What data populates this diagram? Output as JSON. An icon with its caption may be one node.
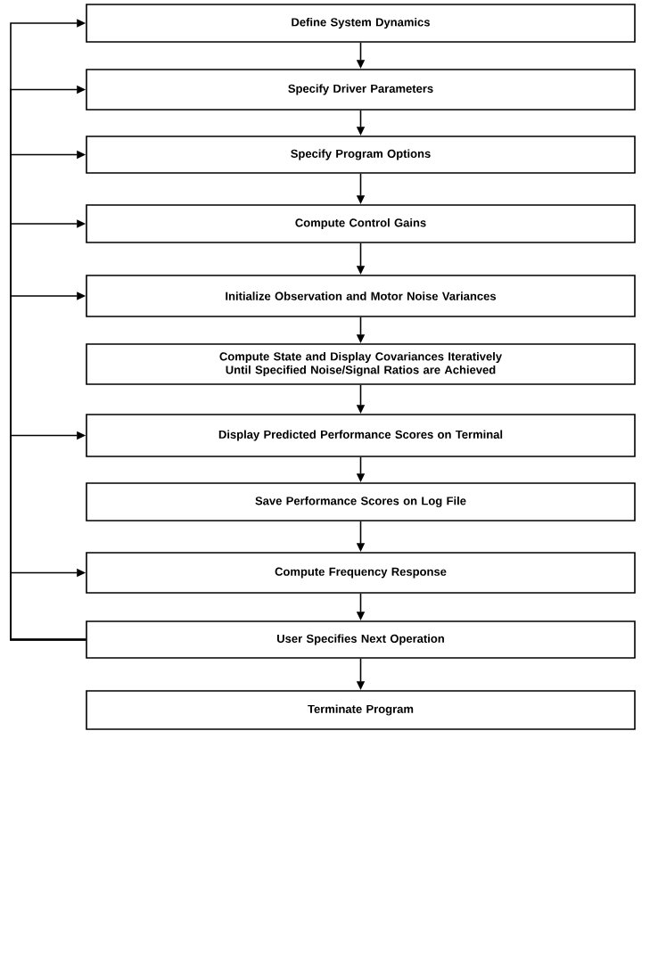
{
  "diagram": {
    "nodes": [
      {
        "text": [
          "Define System Dynamics"
        ]
      },
      {
        "text": [
          "Specify Driver Parameters"
        ]
      },
      {
        "text": [
          "Specify Program Options"
        ]
      },
      {
        "text": [
          "Compute Control Gains"
        ]
      },
      {
        "text": [
          "Initialize Observation and Motor Noise Variances"
        ]
      },
      {
        "text": [
          "Compute State and Display Covariances Iteratively Until Specified Noise/Signal Ratios are Achieved"
        ]
      },
      {
        "text": [
          "Display Predicted Performance Scores on Terminal"
        ]
      },
      {
        "text": [
          "Save Performance Scores on Log File"
        ]
      },
      {
        "text": [
          "Compute Frequency Response"
        ]
      },
      {
        "text": [
          "User Specifies Next Operation"
        ]
      },
      {
        "text": [
          "Terminate Program"
        ]
      }
    ],
    "edges": [
      {
        "from": 0,
        "to": 1,
        "arrow": "to"
      },
      {
        "from": 1,
        "to": 2,
        "arrow": "to"
      },
      {
        "from": 2,
        "to": 3,
        "arrow": "to"
      },
      {
        "from": 3,
        "to": 4,
        "arrow": "to"
      },
      {
        "from": 4,
        "to": 5,
        "arrow": "to"
      },
      {
        "from": 5,
        "to": 6,
        "arrow": "to"
      },
      {
        "from": 6,
        "to": 7,
        "arrow": "to"
      },
      {
        "from": 7,
        "to": 8,
        "arrow": "to"
      },
      {
        "from": 8,
        "to": 9,
        "arrow": "to"
      },
      {
        "from": 9,
        "to": 10,
        "arrow": "to"
      },
      {
        "from": 9,
        "to": 0,
        "arrow": "to"
      },
      {
        "from": 9,
        "to": 1,
        "arrow": "to"
      },
      {
        "from": 9,
        "to": 2,
        "arrow": "to"
      },
      {
        "from": 9,
        "to": 3,
        "arrow": "to"
      },
      {
        "from": 9,
        "to": 4,
        "arrow": "to"
      },
      {
        "from": 9,
        "to": 6,
        "arrow": "to"
      },
      {
        "from": 9,
        "to": 8,
        "arrow": "to"
      }
    ]
  }
}
